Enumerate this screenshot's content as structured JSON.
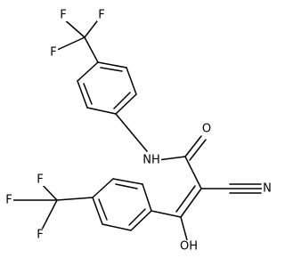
{
  "molecule": {
    "atoms": [
      {
        "id": "F1",
        "label": "F"
      },
      {
        "id": "F2",
        "label": "F"
      },
      {
        "id": "F3",
        "label": "F"
      },
      {
        "id": "NH",
        "label": "NH"
      },
      {
        "id": "O",
        "label": "O"
      },
      {
        "id": "N",
        "label": "N"
      },
      {
        "id": "F4",
        "label": "F"
      },
      {
        "id": "F5",
        "label": "F"
      },
      {
        "id": "F6",
        "label": "F"
      },
      {
        "id": "OH",
        "label": "OH"
      }
    ]
  }
}
